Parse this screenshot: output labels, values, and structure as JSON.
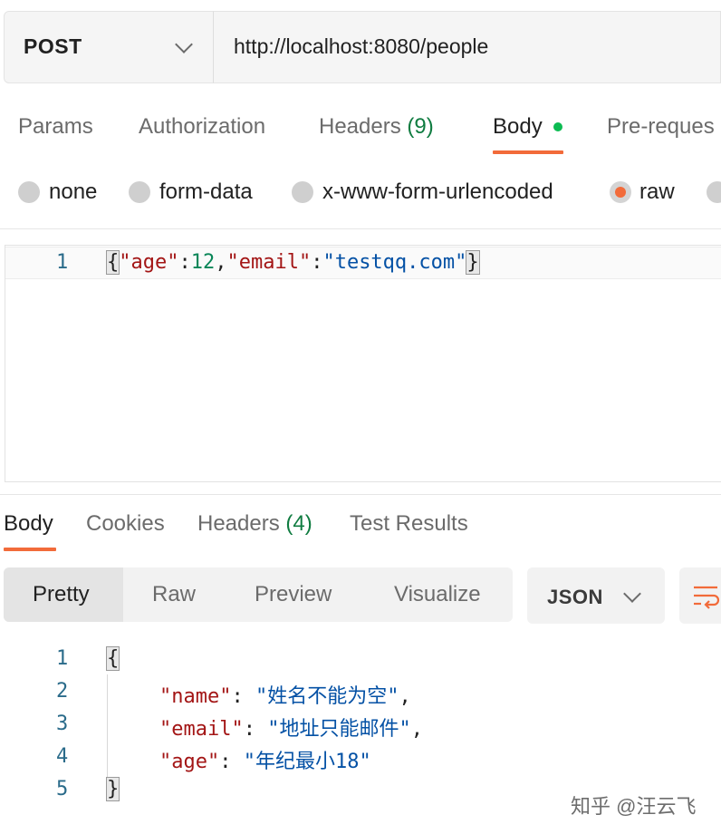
{
  "request": {
    "method": "POST",
    "url": "http://localhost:8080/people"
  },
  "request_tabs": {
    "params": "Params",
    "authorization": "Authorization",
    "headers": "Headers",
    "headers_count": "(9)",
    "body": "Body",
    "prerequest": "Pre-reques"
  },
  "body_types": {
    "none": "none",
    "form_data": "form-data",
    "urlencoded": "x-www-form-urlencoded",
    "raw": "raw",
    "selected": "raw"
  },
  "request_body": {
    "line_numbers": [
      "1"
    ],
    "open_brace": "{",
    "close_brace": "}",
    "key_age": "\"age\"",
    "colon": ":",
    "comma": ",",
    "age_value": "12",
    "key_email": "\"email\"",
    "email_value": "\"testqq.com\""
  },
  "response_tabs": {
    "body": "Body",
    "cookies": "Cookies",
    "headers": "Headers",
    "headers_count": "(4)",
    "test_results": "Test Results"
  },
  "view_modes": {
    "pretty": "Pretty",
    "raw": "Raw",
    "preview": "Preview",
    "visualize": "Visualize",
    "selected": "Pretty"
  },
  "format": "JSON",
  "response_body": {
    "line_numbers": [
      "1",
      "2",
      "3",
      "4",
      "5"
    ],
    "open_brace": "{",
    "close_brace": "}",
    "key_name": "\"name\"",
    "name_value": "\"姓名不能为空\"",
    "key_email": "\"email\"",
    "email_value": "\"地址只能邮件\"",
    "key_age": "\"age\"",
    "age_value": "\"年纪最小18\"",
    "colon": ":",
    "comma": ","
  },
  "watermark": "知乎 @汪云飞",
  "colors": {
    "accent": "#f26b3a",
    "count_green": "#107c41",
    "dot_green": "#0cbb52",
    "json_key": "#a31515",
    "json_string": "#0451a5",
    "json_number": "#098658"
  },
  "icons": [
    "chevron-down-icon",
    "text-wrap-icon",
    "green-dot-icon"
  ]
}
